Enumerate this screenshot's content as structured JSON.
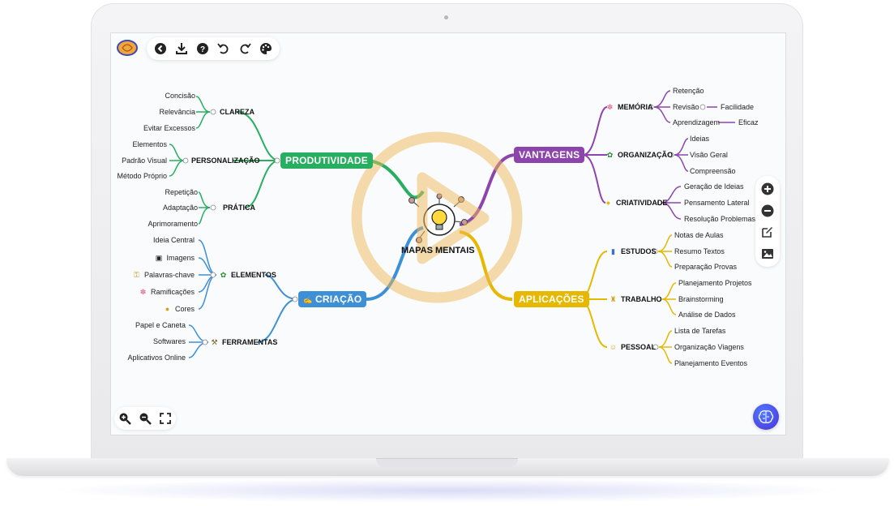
{
  "toolbar": {
    "logo": "brain-logo-icon",
    "buttons": [
      "back-icon",
      "download-icon",
      "help-icon",
      "undo-icon",
      "redo-icon",
      "palette-icon"
    ]
  },
  "center": {
    "label": "MAPAS MENTAIS",
    "icon": "lightbulb-icon"
  },
  "branches": {
    "produtividade": {
      "label": "PRODUTIVIDADE",
      "color": "#27ae60",
      "clareza": {
        "label": "CLAREZA",
        "items": [
          "Concisão",
          "Relevância",
          "Evitar Excessos"
        ]
      },
      "personalizacao": {
        "label": "PERSONALIZAÇÃO",
        "items": [
          "Elementos",
          "Padrão Visual",
          "Método Próprio"
        ]
      },
      "pratica": {
        "label": "PRÁTICA",
        "items": [
          "Repetição",
          "Adaptação",
          "Aprimoramento"
        ]
      }
    },
    "criacao": {
      "label": "CRIAÇÃO",
      "color": "#3d8fd6",
      "elementos": {
        "label": "ELEMENTOS",
        "items": [
          "Ideia Central",
          "Imagens",
          "Palavras-chave",
          "Ramificações",
          "Cores"
        ]
      },
      "ferramentas": {
        "label": "FERRAMENTAS",
        "items": [
          "Papel e Caneta",
          "Softwares",
          "Aplicativos Online"
        ]
      }
    },
    "vantagens": {
      "label": "VANTAGENS",
      "color": "#8e44ad",
      "memoria": {
        "label": "MEMÓRIA",
        "items": [
          "Retenção",
          "Revisão",
          "Aprendizagem"
        ],
        "revisao_child": "Facilidade",
        "aprendizagem_child": "Eficaz"
      },
      "organizacao": {
        "label": "ORGANIZAÇÃO",
        "items": [
          "Ideias",
          "Visão Geral",
          "Compreensão"
        ]
      },
      "criatividade": {
        "label": "CRIATIVIDADE",
        "items": [
          "Geração de Ideias",
          "Pensamento Lateral",
          "Resolução Problemas"
        ]
      }
    },
    "aplicacoes": {
      "label": "APLICAÇÕES",
      "color": "#e6b800",
      "estudos": {
        "label": "ESTUDOS",
        "items": [
          "Notas de Aulas",
          "Resumo Textos",
          "Preparação Provas"
        ]
      },
      "trabalho": {
        "label": "TRABALHO",
        "items": [
          "Planejamento Projetos",
          "Brainstorming",
          "Análise de Dados"
        ]
      },
      "pessoal": {
        "label": "PESSOAL",
        "items": [
          "Lista de Tarefas",
          "Organização Viagens",
          "Planejamento Eventos"
        ]
      }
    }
  },
  "sidebar": {
    "buttons": [
      "zoom-in-plus-icon",
      "zoom-out-minus-icon",
      "edit-icon",
      "image-icon"
    ]
  },
  "zoom_controls": {
    "buttons": [
      "zoom-in-icon",
      "zoom-out-icon",
      "fullscreen-icon"
    ]
  },
  "overlay": {
    "icon": "play-icon"
  },
  "ai_button": {
    "icon": "ai-brain-icon"
  }
}
